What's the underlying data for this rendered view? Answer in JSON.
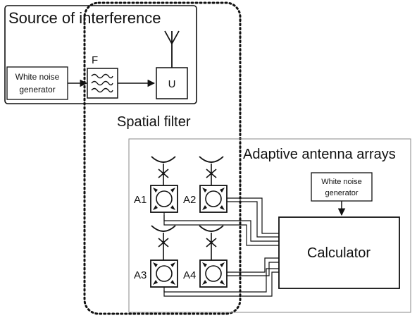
{
  "source": {
    "title": "Source of interference",
    "noise_gen_line1": "White noise",
    "noise_gen_line2": "generator",
    "filter_label": "F",
    "unit_label": "U"
  },
  "spatial_filter_label": "Spatial filter",
  "arrays": {
    "title": "Adaptive antenna arrays",
    "elements": [
      "A1",
      "A2",
      "A3",
      "A4"
    ],
    "noise_gen_line1": "White noise",
    "noise_gen_line2": "generator",
    "calculator_label": "Calculator"
  }
}
